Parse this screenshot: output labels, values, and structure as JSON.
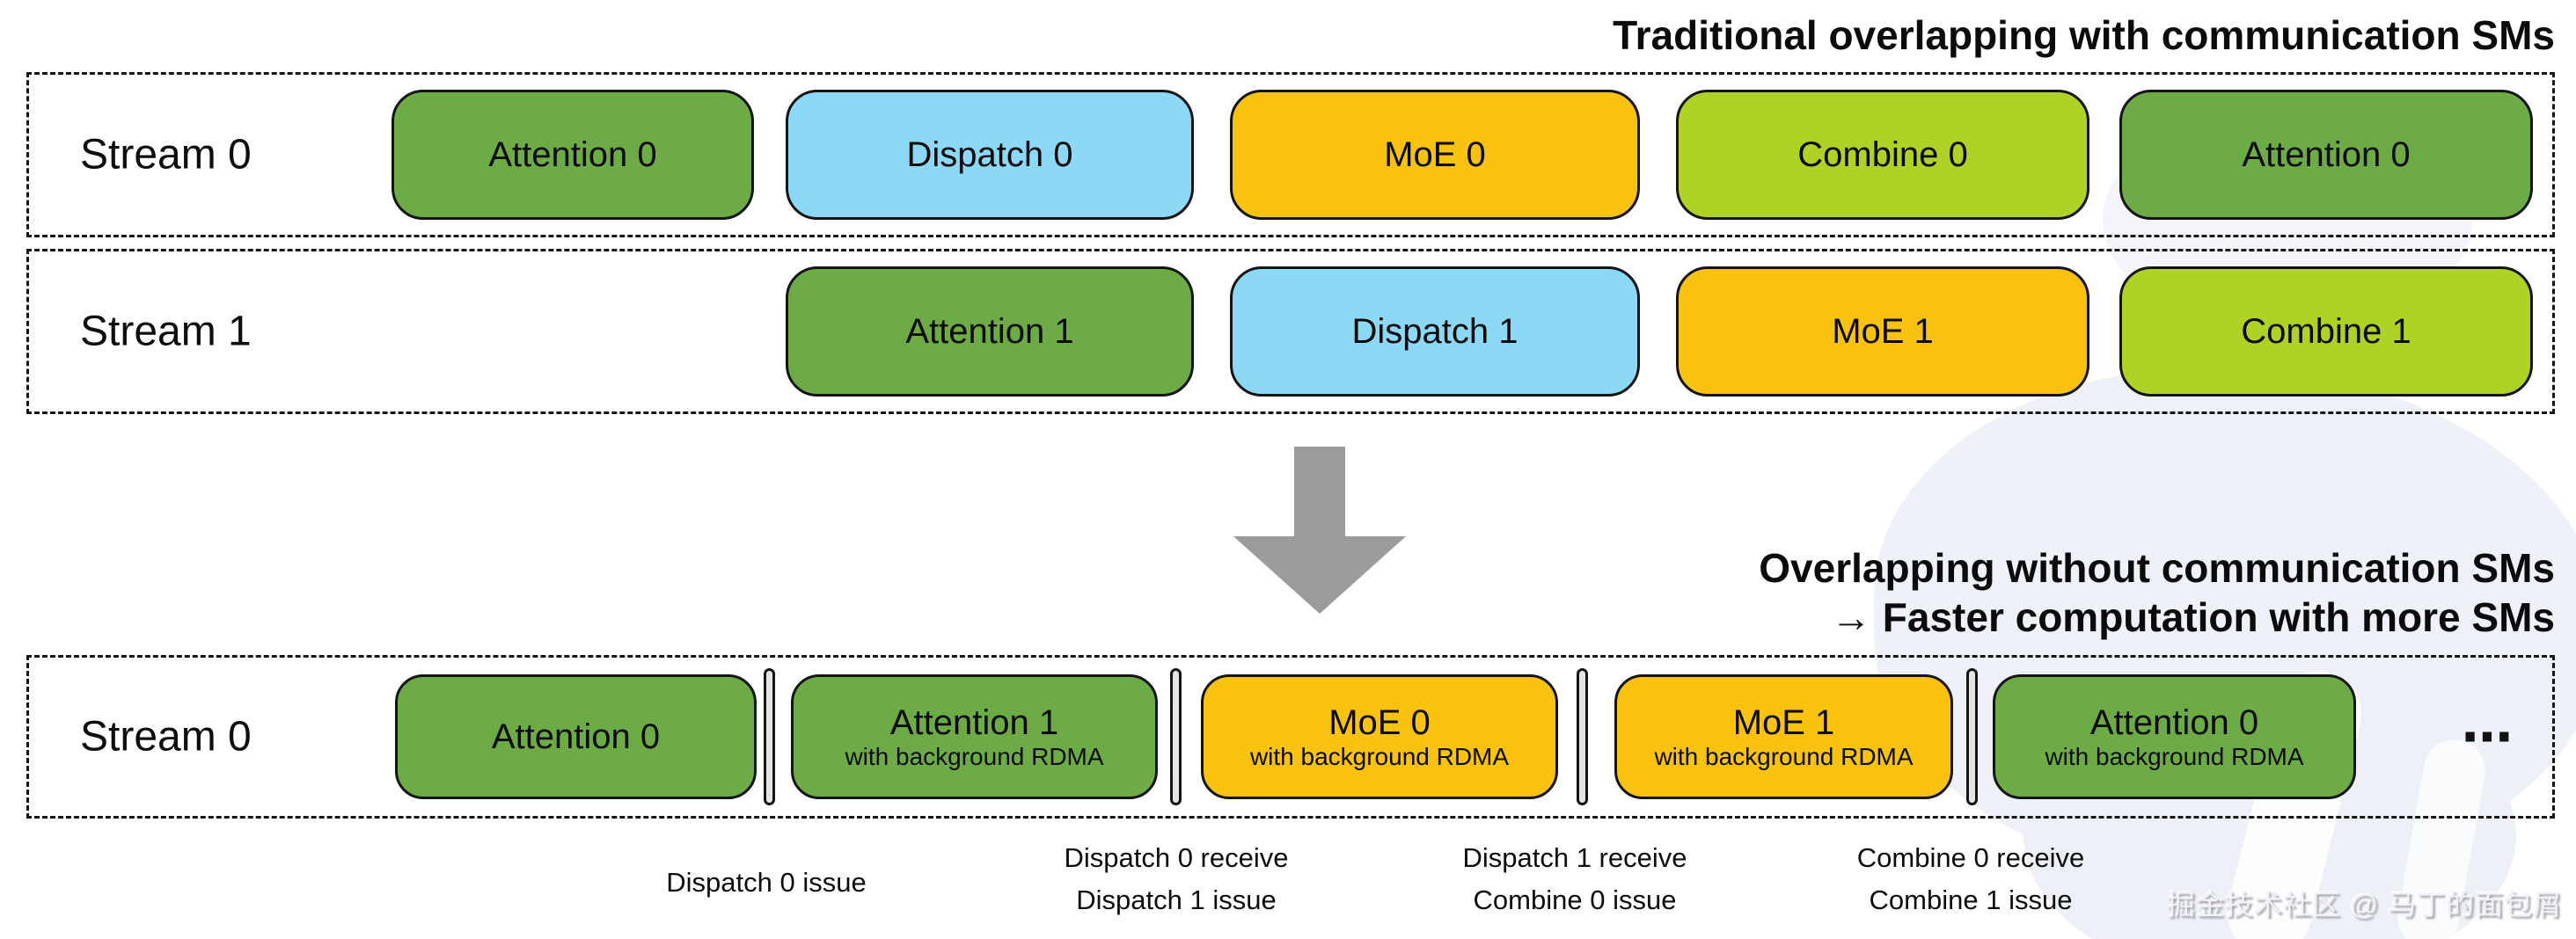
{
  "titles": {
    "top": "Traditional overlapping with communication SMs",
    "bottom_line1": "Overlapping without communication SMs",
    "bottom_line2": "→ Faster computation with more SMs"
  },
  "colors": {
    "attention_green": "#6cab46",
    "dispatch_blue": "#8bd8f7",
    "moe_yellow": "#f9c20e",
    "combine_lime": "#aed226",
    "arrow_gray": "#9b9b9b",
    "separator_gray": "#e4e4e4",
    "watermark_gray": "#9fa0aa"
  },
  "top_chart": {
    "rows": [
      {
        "label": "Stream 0",
        "blocks": [
          {
            "label": "Attention 0",
            "color": "attention_green"
          },
          {
            "label": "Dispatch 0",
            "color": "dispatch_blue"
          },
          {
            "label": "MoE 0",
            "color": "moe_yellow"
          },
          {
            "label": "Combine 0",
            "color": "combine_lime"
          },
          {
            "label": "Attention 0",
            "color": "attention_green"
          }
        ]
      },
      {
        "label": "Stream 1",
        "blocks": [
          {
            "label": "Attention 1",
            "color": "attention_green"
          },
          {
            "label": "Dispatch 1",
            "color": "dispatch_blue"
          },
          {
            "label": "MoE 1",
            "color": "moe_yellow"
          },
          {
            "label": "Combine 1",
            "color": "combine_lime"
          }
        ]
      }
    ]
  },
  "bottom_chart": {
    "row_label": "Stream 0",
    "blocks": [
      {
        "label": "Attention 0",
        "sublabel": "",
        "color": "attention_green"
      },
      {
        "label": "Attention 1",
        "sublabel": "with background RDMA",
        "color": "attention_green"
      },
      {
        "label": "MoE 0",
        "sublabel": "with background RDMA",
        "color": "moe_yellow"
      },
      {
        "label": "MoE 1",
        "sublabel": "with background RDMA",
        "color": "moe_yellow"
      },
      {
        "label": "Attention 0",
        "sublabel": "with background RDMA",
        "color": "attention_green"
      }
    ],
    "ellipsis": "⋯"
  },
  "annotations": [
    {
      "line1": "Dispatch 0 issue",
      "line2": ""
    },
    {
      "line1": "Dispatch 0 receive",
      "line2": "Dispatch 1 issue"
    },
    {
      "line1": "Dispatch 1 receive",
      "line2": "Combine 0 issue"
    },
    {
      "line1": "Combine 0 receive",
      "line2": "Combine 1 issue"
    }
  ],
  "watermark": {
    "text": "掘金技术社区 @ 马丁的面包屑"
  }
}
